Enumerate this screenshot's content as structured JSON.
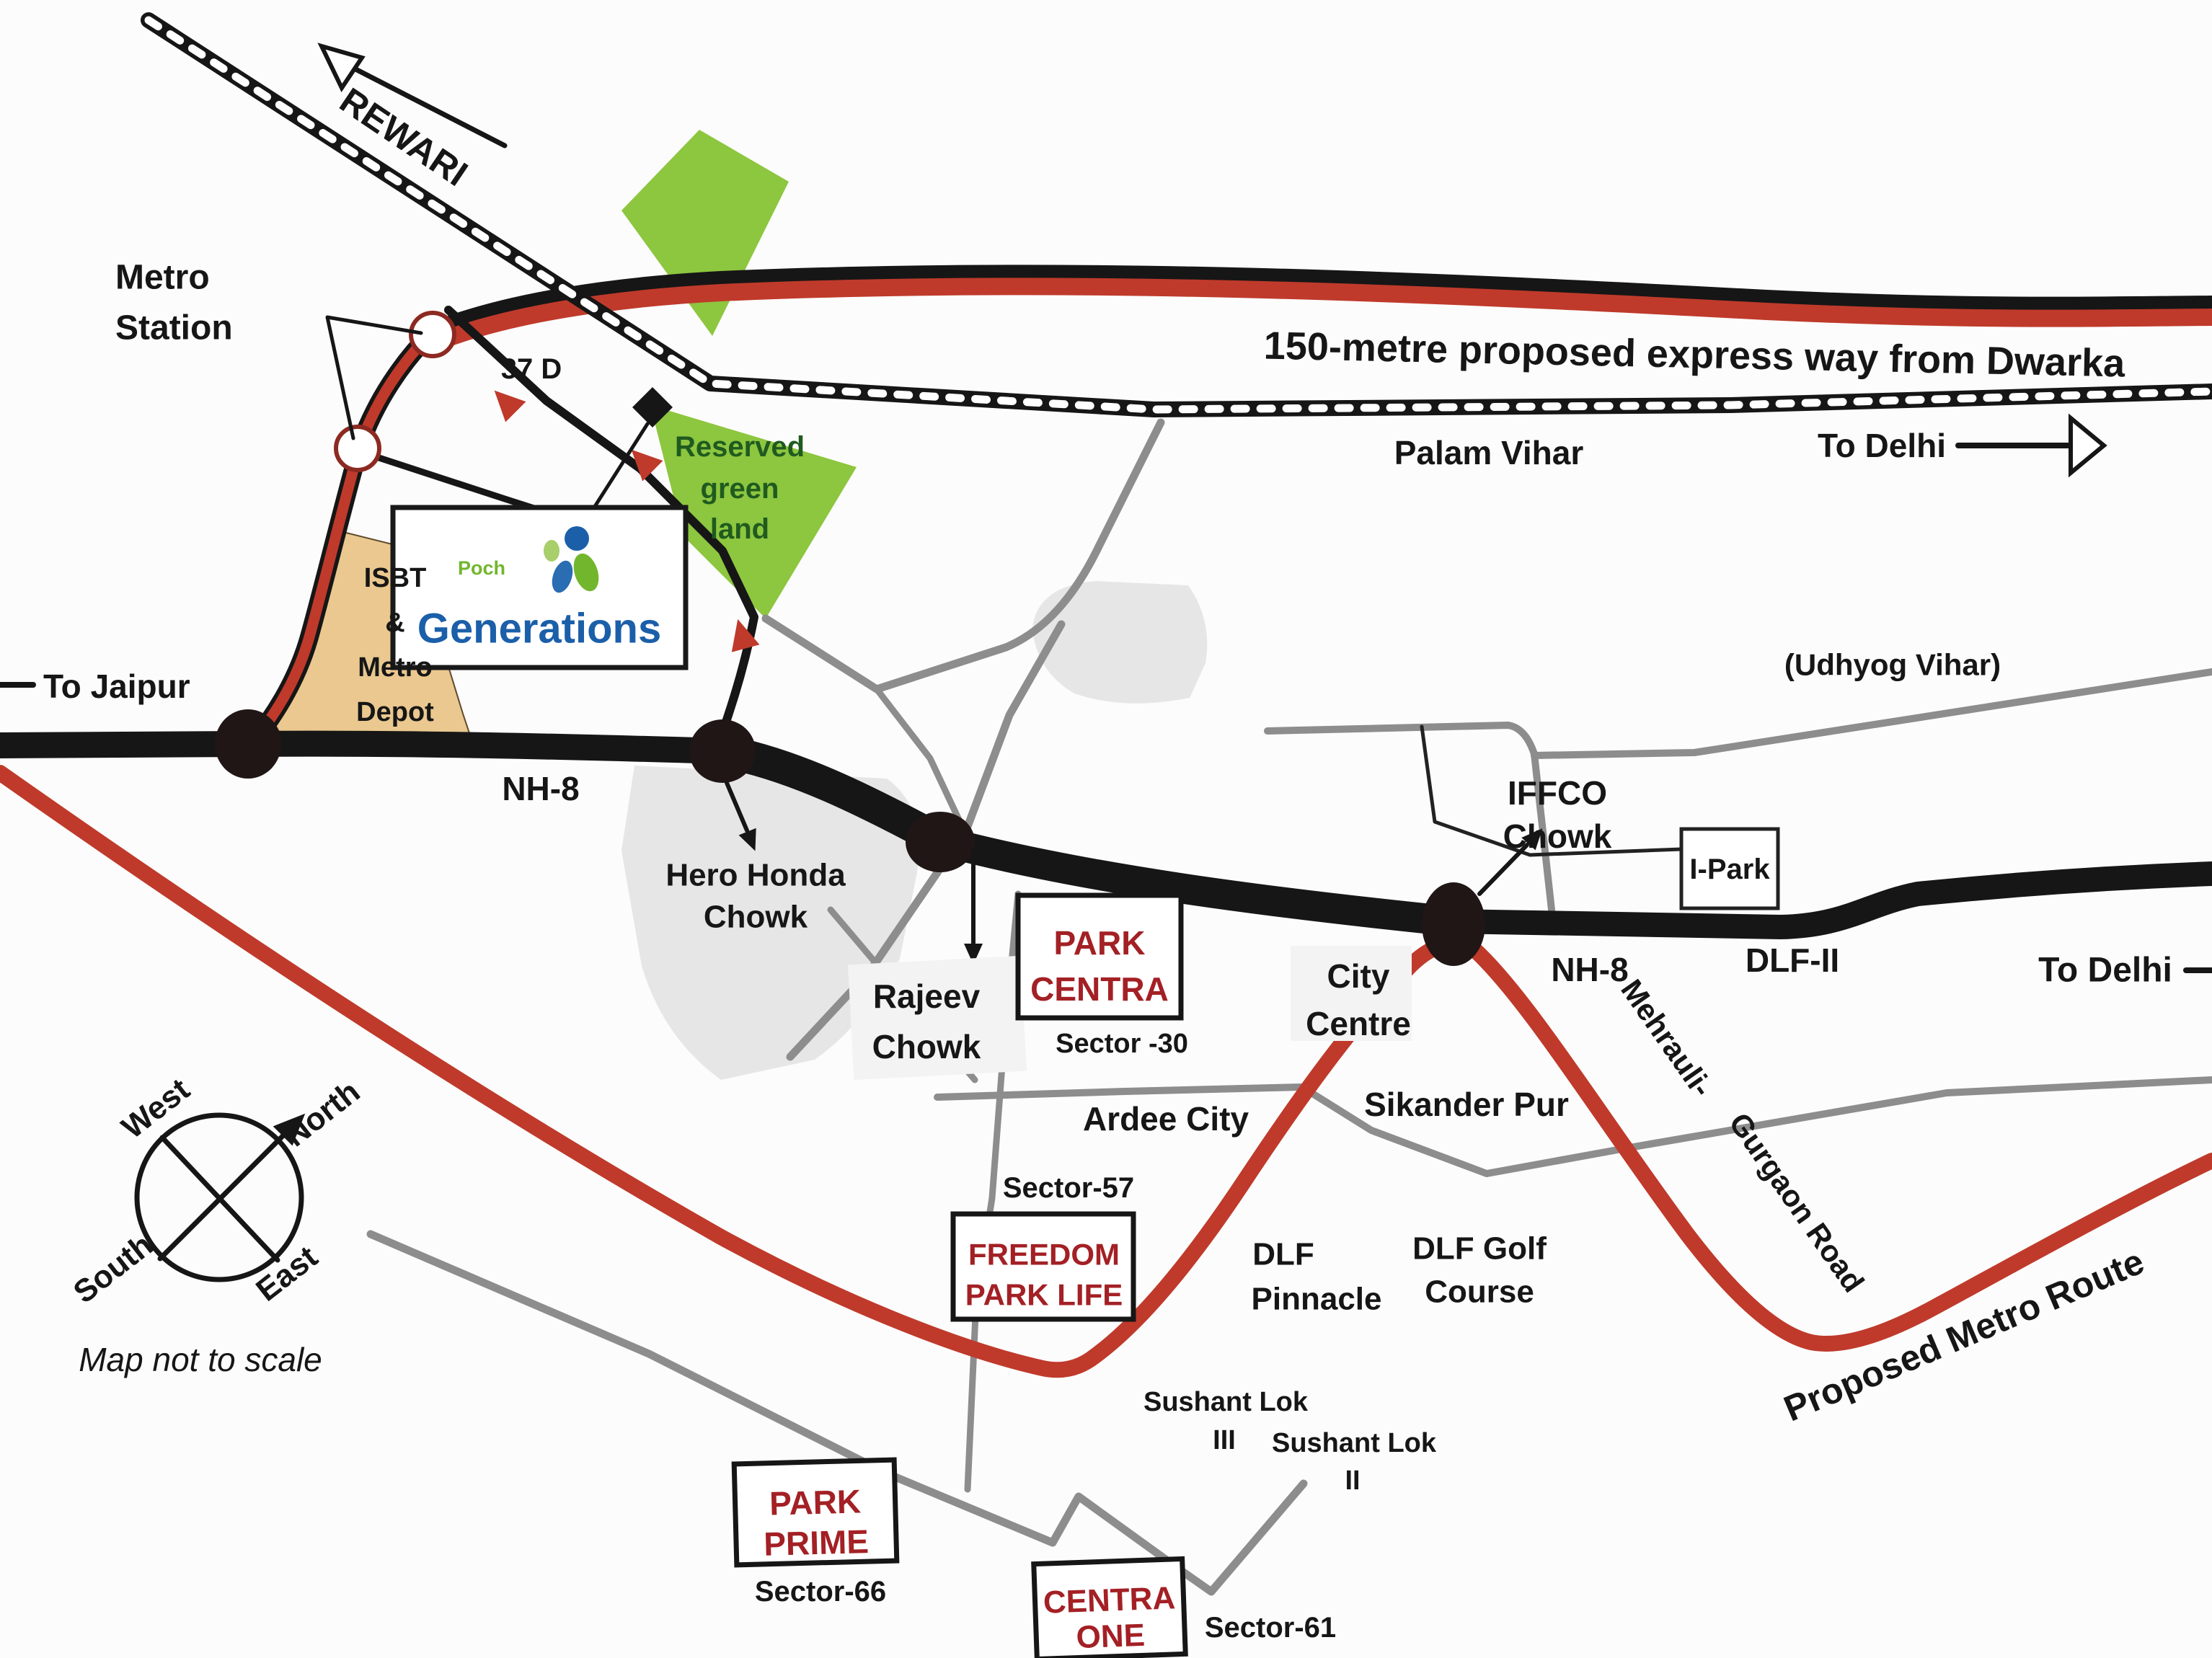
{
  "colors": {
    "paper": "#fcfcfc",
    "ink": "#161616",
    "road_gray": "#8d8d8d",
    "blob_gray": "#e6e6e6",
    "route_red": "#bf3a2b",
    "green_land": "#8dc63f",
    "green_text": "#1f5b1f",
    "tan_fill": "#eac88f",
    "box_red": "#a32025",
    "logo_blue": "#1b5fa9",
    "logo_green": "#72b62d",
    "ring_red": "#8c2a22"
  },
  "logo": {
    "brand": "Poch",
    "name": "Generations"
  },
  "compass": {
    "west": "West",
    "north": "North",
    "south": "South",
    "east": "East"
  },
  "legend": {
    "not_to_scale": "Map not to scale"
  },
  "labels": {
    "rewari": "REWARI",
    "metro_station": [
      "Metro",
      "Station"
    ],
    "plot": "37 D",
    "green": [
      "Reserved",
      "green",
      "land"
    ],
    "expressway": "150-metre proposed express way from Dwarka",
    "palam_vihar": "Palam Vihar",
    "to_delhi_top": "To Delhi",
    "udhyog_vihar": "(Udhyog Vihar)",
    "to_jaipur": "To Jaipur",
    "isbt": [
      "ISBT",
      "&",
      "Metro",
      "Depot"
    ],
    "nh8_left": "NH-8",
    "nh8_right": "NH-8",
    "hero_honda": [
      "Hero Honda",
      "Chowk"
    ],
    "rajeev": [
      "Rajeev",
      "Chowk"
    ],
    "sector_30": "Sector -30",
    "ardee_city": "Ardee City",
    "sector_57": "Sector-57",
    "city_centre": [
      "City",
      "Centre"
    ],
    "iffco": [
      "IFFCO",
      "Chowk"
    ],
    "i_park": "I-Park",
    "dlf_ii": "DLF-II",
    "sikander_pur": "Sikander Pur",
    "mehrauli": [
      "Mehrauli-",
      "Gurgaon Road"
    ],
    "dlf_pinnacle": [
      "DLF",
      "Pinnacle"
    ],
    "dlf_golf": [
      "DLF Golf",
      "Course"
    ],
    "sushant_lok_iii": [
      "Sushant Lok",
      "III"
    ],
    "sushant_lok_ii": [
      "Sushant Lok",
      "II"
    ],
    "proposed_metro": "Proposed Metro Route",
    "to_delhi_right": "To Delhi",
    "sector_66": "Sector-66",
    "sector_61": "Sector-61"
  },
  "boxes": {
    "park_centra": [
      "PARK",
      "CENTRA"
    ],
    "freedom_park_life": [
      "FREEDOM",
      "PARK LIFE"
    ],
    "park_prime": [
      "PARK",
      "PRIME"
    ],
    "centra_one": [
      "CENTRA",
      "ONE"
    ]
  }
}
